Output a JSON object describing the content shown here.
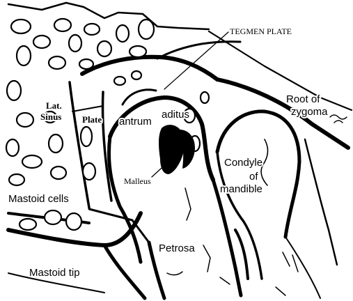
{
  "figure": {
    "labels": {
      "tegmen_plate": "TEGMEN PLATE",
      "root_of_zygoma_line1": "Root of",
      "root_of_zygoma_line2": "zygoma",
      "lat_sinus_line1": "Lat.",
      "lat_sinus_line2": "Sinus",
      "plate": "Plate",
      "antrum": "antrum",
      "aditus": "aditus",
      "malleus": "Malleus",
      "condyle_line1": "Condyle",
      "condyle_line2": "of",
      "condyle_line3": "mandible",
      "mastoid_cells": "Mastoid cells",
      "petrosa": "Petrosa",
      "mastoid_tip": "Mastoid tip"
    },
    "colors": {
      "ink": "#000000",
      "paper": "#ffffff"
    }
  }
}
